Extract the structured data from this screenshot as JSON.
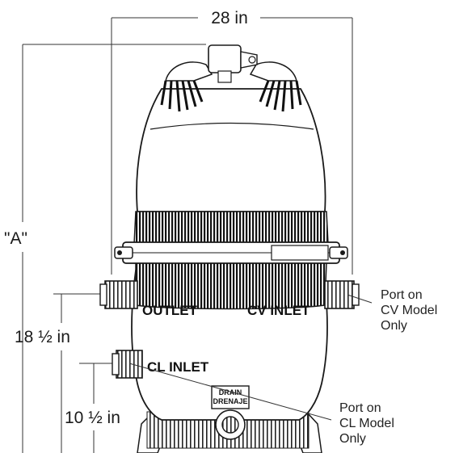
{
  "dimensions": {
    "width": "28  in",
    "height_a": "\"A\"",
    "outlet_height": "18 ½ in",
    "cl_inlet_height": "10 ½ in"
  },
  "parts": {
    "outlet": "OUTLET",
    "cv_inlet": "CV INLET",
    "cl_inlet": "CL INLET",
    "drain_line1": "DRAIN",
    "drain_line2": "DRENAJE"
  },
  "notes": {
    "cv_port": [
      "Port on",
      "CV Model",
      "Only"
    ],
    "cl_port": [
      "Port on",
      "CL Model",
      "Only"
    ]
  },
  "colors": {
    "line": "#1a1a1a",
    "body_fill": "#ffffff",
    "ribs": "#111111"
  }
}
